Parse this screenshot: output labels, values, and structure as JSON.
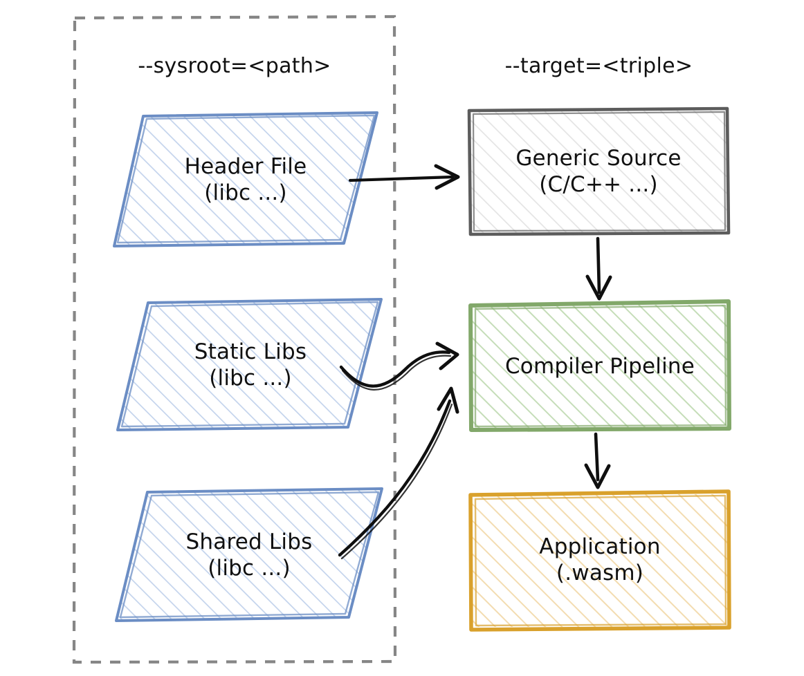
{
  "diagram": {
    "title_left": "--sysroot=<path>",
    "title_right": "--target=<triple>",
    "colors": {
      "sysroot_border": "#6b8dc4",
      "sysroot_hatch": "#c3d3ec",
      "generic_border": "#5c5c5c",
      "generic_hatch": "#e4e4e4",
      "pipeline_border": "#82a86a",
      "pipeline_hatch": "#c5ddb8",
      "app_border": "#d9a12c",
      "app_hatch": "#f3dcb0",
      "group_dash": "#868686",
      "arrow": "#0f0f0f",
      "text": "#101010"
    },
    "groups": [
      {
        "name": "sysroot-group",
        "label": "--sysroot=<path>",
        "style": "dashed"
      }
    ],
    "nodes": [
      {
        "id": "header-file",
        "shape": "parallelogram",
        "color": "blue",
        "line1": "Header File",
        "line2": "(libc ...)"
      },
      {
        "id": "static-libs",
        "shape": "parallelogram",
        "color": "blue",
        "line1": "Static Libs",
        "line2": "(libc ...)"
      },
      {
        "id": "shared-libs",
        "shape": "parallelogram",
        "color": "blue",
        "line1": "Shared Libs",
        "line2": "(libc ...)"
      },
      {
        "id": "generic-source",
        "shape": "rectangle",
        "color": "gray",
        "line1": "Generic Source",
        "line2": "(C/C++ ...)"
      },
      {
        "id": "compiler-pipeline",
        "shape": "rectangle",
        "color": "green",
        "line1": "Compiler Pipeline",
        "line2": ""
      },
      {
        "id": "application",
        "shape": "rectangle",
        "color": "orange",
        "line1": "Application",
        "line2": "(.wasm)"
      }
    ],
    "edges": [
      {
        "from": "header-file",
        "to": "generic-source",
        "style": "straight"
      },
      {
        "from": "static-libs",
        "to": "compiler-pipeline",
        "style": "s-curve"
      },
      {
        "from": "shared-libs",
        "to": "compiler-pipeline",
        "style": "curve"
      },
      {
        "from": "generic-source",
        "to": "compiler-pipeline",
        "style": "straight"
      },
      {
        "from": "compiler-pipeline",
        "to": "application",
        "style": "straight"
      }
    ]
  }
}
